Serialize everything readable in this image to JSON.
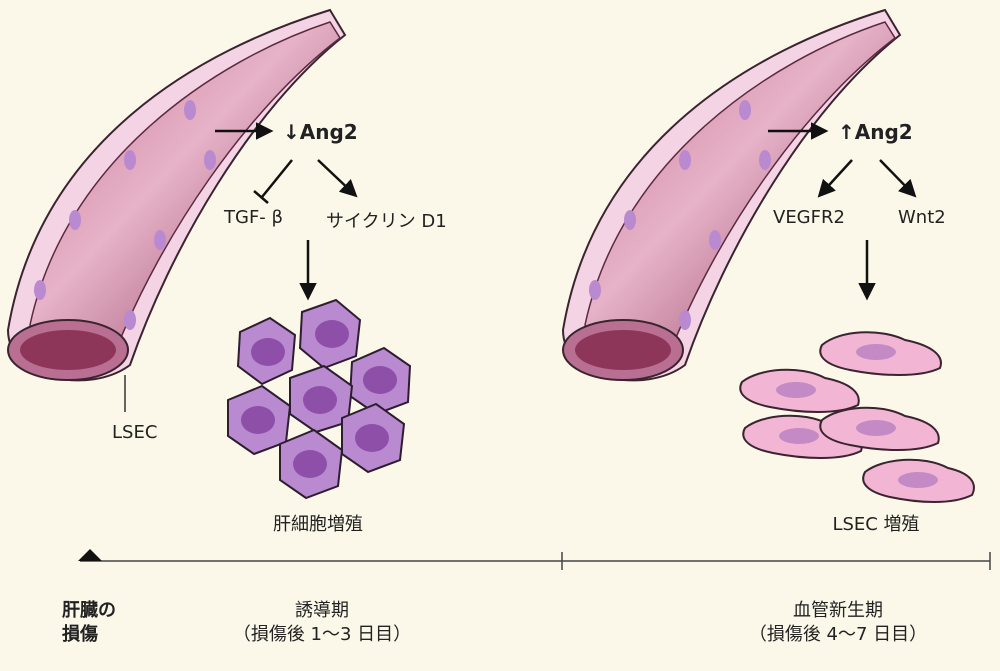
{
  "left_panel": {
    "arrow_label": "↓Ang2",
    "inhibit_target": "TGF- β",
    "promote_target": "サイクリン D1",
    "vessel_label": "LSEC",
    "result": "肝細胞増殖"
  },
  "right_panel": {
    "arrow_label": "↑Ang2",
    "target_1": "VEGFR2",
    "target_2": "Wnt2",
    "result": "LSEC 増殖"
  },
  "timeline": {
    "start_label_line1": "肝臓の",
    "start_label_line2": "損傷",
    "phase1_title": "誘導期",
    "phase1_sub": "（損傷後 1～3 日目）",
    "phase2_title": "血管新生期",
    "phase2_sub": "（損傷後 4～7 日目）"
  },
  "colors": {
    "background": "#fbf8e9",
    "vessel_outer": "#f4d4e4",
    "vessel_inner": "#9a3f66",
    "hepatocyte": "#b98ad0",
    "hepatocyte_nucleus": "#8e4fa8",
    "lsec_cell": "#f2b6d4",
    "lsec_nucleus": "#c48ac6"
  }
}
